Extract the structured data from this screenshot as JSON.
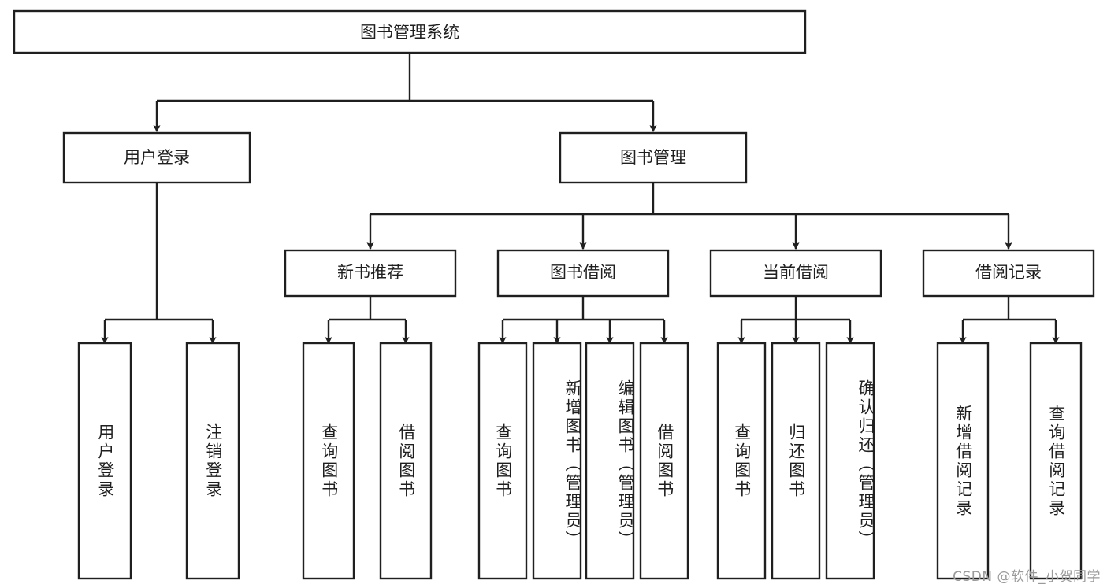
{
  "diagram": {
    "type": "tree-hierarchy",
    "title": "图书管理系统",
    "watermark": "CSDN @软件_小贺同学",
    "colors": {
      "stroke": "#1f1f1f",
      "fill": "#ffffff",
      "background": "#ffffff",
      "watermark": "#9a9a9a"
    },
    "levels": {
      "root": {
        "label": "图书管理系统"
      },
      "level2": [
        {
          "label": "用户登录"
        },
        {
          "label": "图书管理"
        }
      ],
      "level3": [
        {
          "label": "新书推荐"
        },
        {
          "label": "图书借阅"
        },
        {
          "label": "当前借阅"
        },
        {
          "label": "借阅记录"
        }
      ]
    },
    "leaves": {
      "user_login": [
        {
          "label": "用户登录"
        },
        {
          "label": "注销登录"
        }
      ],
      "new_book_recommend": [
        {
          "label": "查询图书"
        },
        {
          "label": "借阅图书"
        }
      ],
      "book_borrow": [
        {
          "label": "查询图书"
        },
        {
          "label": "新增图书（管理员）"
        },
        {
          "label": "编辑图书（管理员）"
        },
        {
          "label": "借阅图书"
        }
      ],
      "current_borrow": [
        {
          "label": "查询图书"
        },
        {
          "label": "归还图书"
        },
        {
          "label": "确认归还（管理员）"
        }
      ],
      "borrow_record": [
        {
          "label": "新增借阅记录"
        },
        {
          "label": "查询借阅记录"
        }
      ]
    }
  }
}
